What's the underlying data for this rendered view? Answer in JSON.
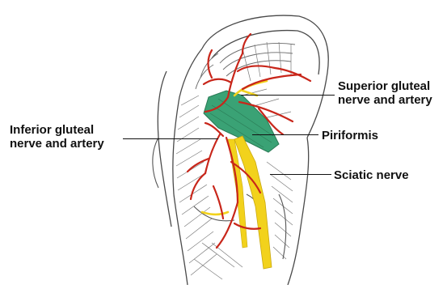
{
  "labels": {
    "superior_gluteal": [
      "Superior gluteal",
      "nerve and artery"
    ],
    "inferior_gluteal": [
      "Inferior gluteal",
      "nerve and artery"
    ],
    "piriformis": "Piriformis",
    "sciatic_nerve": "Sciatic nerve"
  },
  "colors": {
    "artery": "#c8261a",
    "nerve": "#f2d21c",
    "piriformis": "#3aa275",
    "ink": "#111111",
    "background": "#ffffff"
  }
}
